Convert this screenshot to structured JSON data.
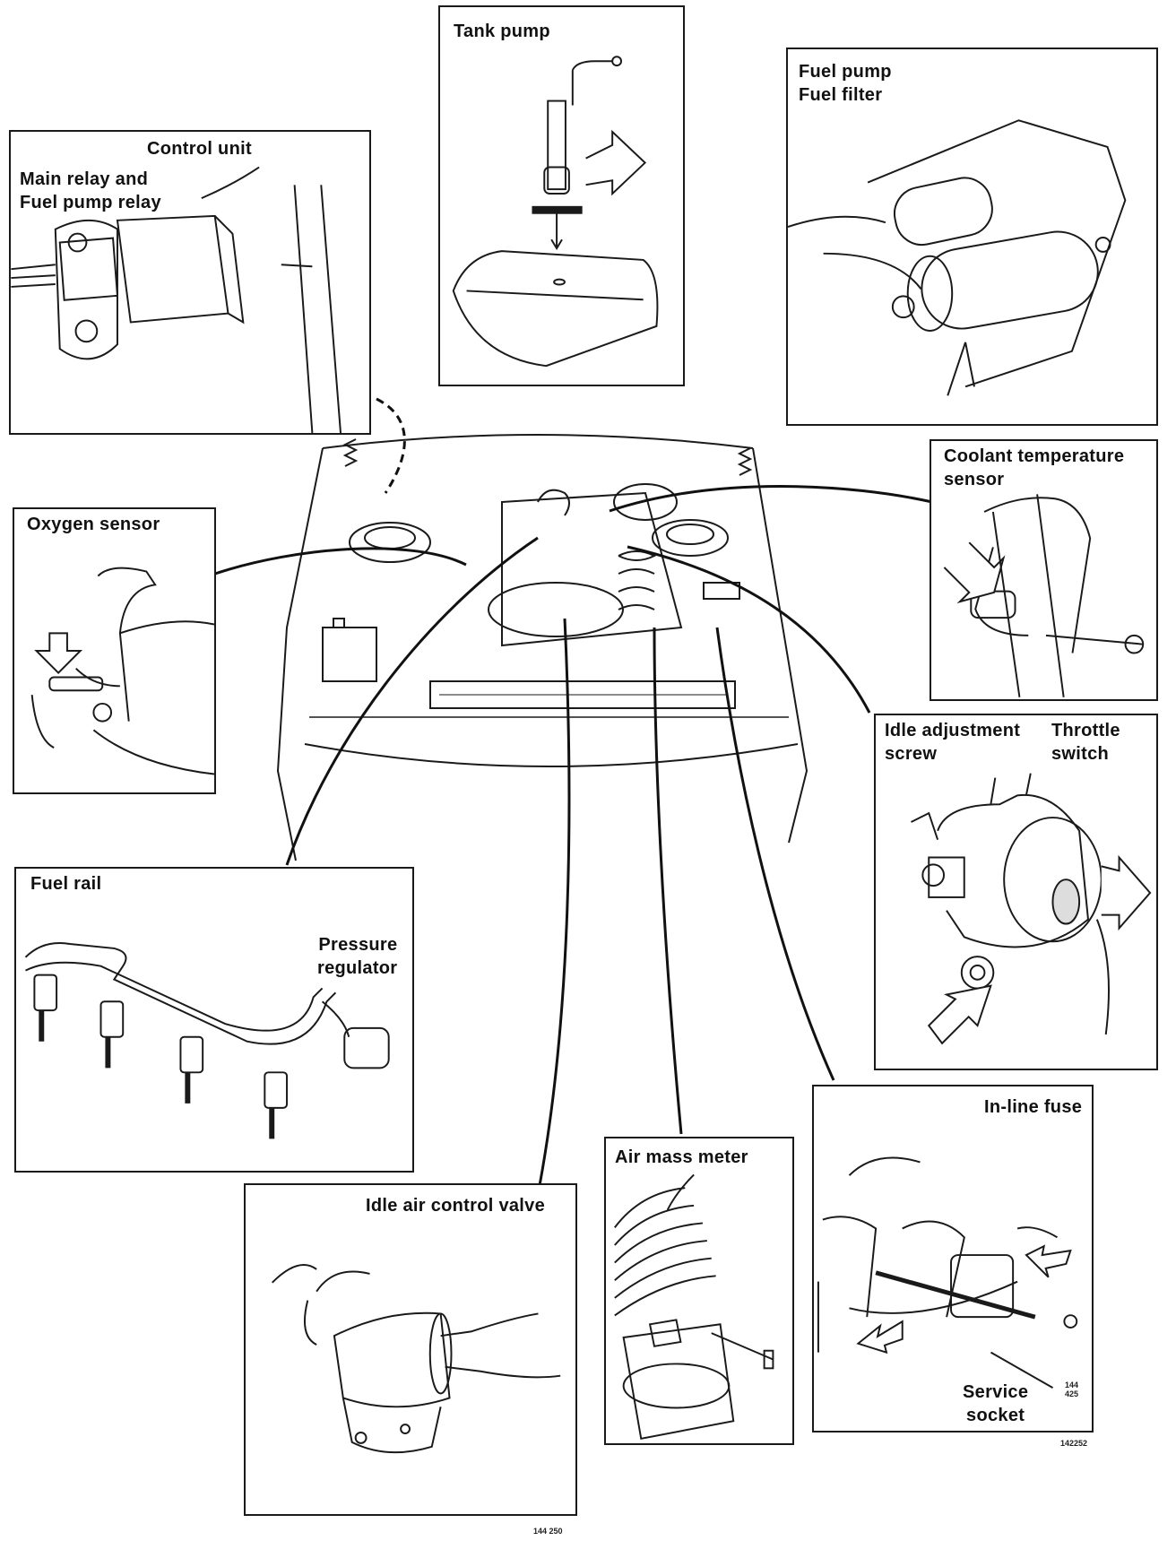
{
  "labels": {
    "tank_pump": "Tank pump",
    "fuel_pump_filter": "Fuel pump\nFuel filter",
    "control_unit": "Control unit",
    "main_relay": "Main relay and\nFuel pump relay",
    "coolant": "Coolant temperature\nsensor",
    "oxygen": "Oxygen sensor",
    "idle_adjust": "Idle adjustment\nscrew",
    "throttle": "Throttle\nswitch",
    "fuel_rail": "Fuel rail",
    "pressure_reg": "Pressure\nregulator",
    "inline_fuse": "In-line fuse",
    "air_mass": "Air mass meter",
    "iac_valve": "Idle air control valve",
    "service_socket": "Service\nsocket"
  },
  "refs": {
    "fig_main": "142252",
    "fig_bottom": "144 250",
    "fig_fuse": "144 425"
  },
  "colors": {
    "ink": "#1a1a1a",
    "paper": "#ffffff"
  }
}
